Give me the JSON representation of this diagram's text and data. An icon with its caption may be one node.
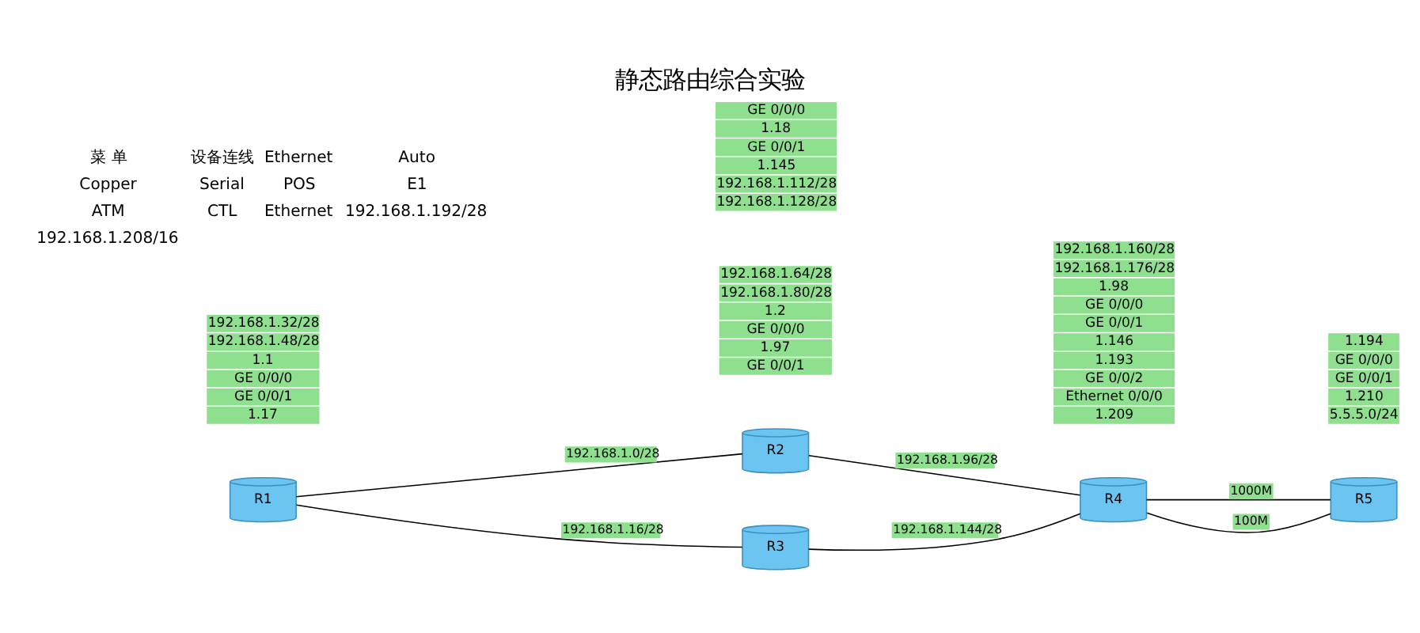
{
  "diagram": {
    "title": "静态路由综合实验",
    "nodes": [
      {
        "text": [
          "R1"
        ],
        "beside": [
          "192.168.1.32/28",
          "192.168.1.48/28",
          "1.1",
          "GE 0/0/0",
          "GE 0/0/1",
          "1.17"
        ]
      },
      {
        "text": [
          "R2"
        ],
        "beside": [
          "192.168.1.64/28",
          "192.168.1.80/28",
          "1.2",
          "GE 0/0/0",
          "1.97",
          "GE 0/0/1"
        ]
      },
      {
        "text": [
          "R3"
        ],
        "beside": [
          "GE 0/0/0",
          "1.18",
          "GE 0/0/1",
          "1.145",
          "192.168.1.112/28",
          "192.168.1.128/28"
        ]
      },
      {
        "text": [
          "R4"
        ],
        "beside": [
          "192.168.1.160/28",
          "192.168.1.176/28",
          "1.98",
          "GE 0/0/0",
          "GE 0/0/1",
          "1.146",
          "1.193",
          "GE 0/0/2",
          "Ethernet 0/0/0",
          "1.209"
        ]
      },
      {
        "text": [
          "R5"
        ],
        "beside": [
          "1.194",
          "GE 0/0/0",
          "GE 0/0/1",
          "1.210",
          "5.5.5.0/24"
        ]
      }
    ],
    "edges": [
      {
        "from": 0,
        "to": 1,
        "arrow": "none",
        "label": "192.168.1.0/28"
      },
      {
        "from": 0,
        "to": 2,
        "arrow": "none",
        "label": "192.168.1.16/28"
      },
      {
        "from": 1,
        "to": 3,
        "arrow": "none",
        "label": "192.168.1.96/28"
      },
      {
        "from": 2,
        "to": 3,
        "arrow": "none",
        "label": "192.168.1.144/28"
      },
      {
        "from": 3,
        "to": 4,
        "arrow": "none",
        "label": "1000M"
      },
      {
        "from": 3,
        "to": 4,
        "arrow": "none",
        "label": "100M"
      }
    ],
    "labels": [
      "菜 单",
      "设备连线",
      "Ethernet",
      "Auto",
      "Copper",
      "Serial",
      "POS",
      "E1",
      "ATM",
      "CTL",
      "Ethernet",
      "192.168.1.192/28",
      "192.168.1.208/16"
    ]
  }
}
